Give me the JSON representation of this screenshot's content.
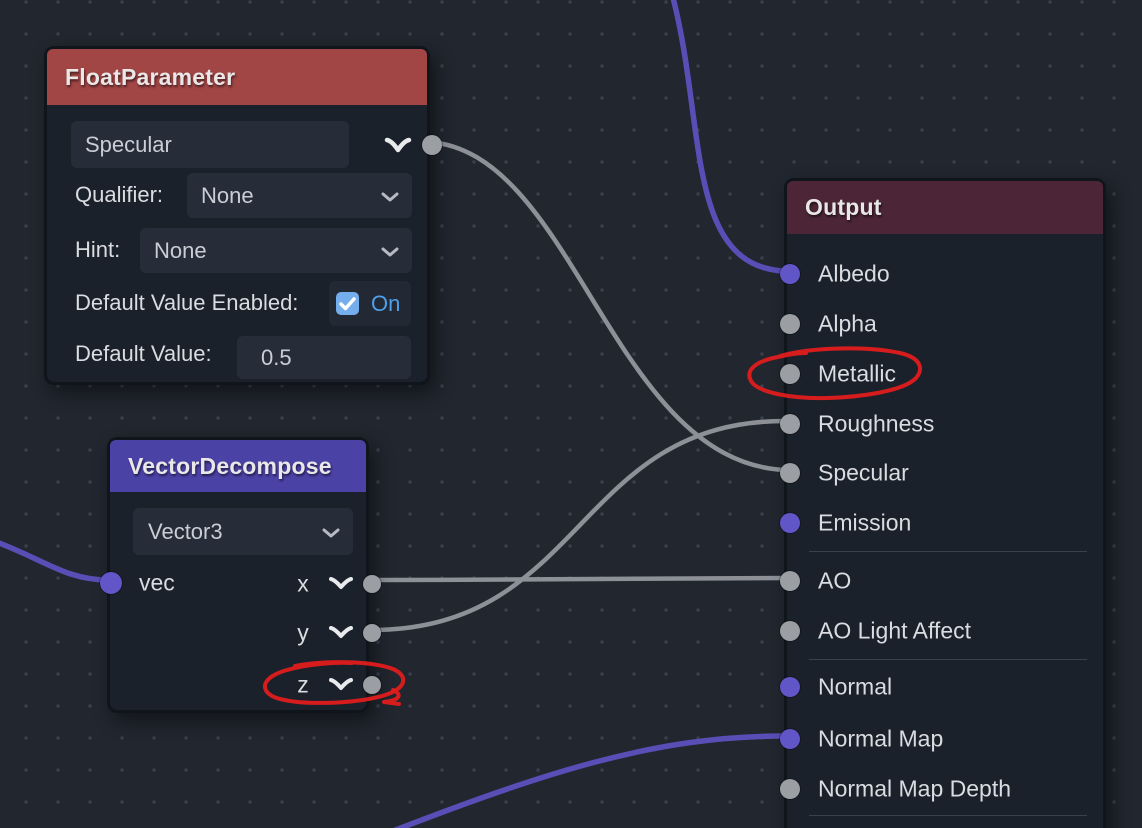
{
  "app": {
    "type": "shader-node-graph-editor"
  },
  "nodes": {
    "float_parameter": {
      "title": "FloatParameter",
      "name_value": "Specular",
      "qualifier_label": "Qualifier:",
      "qualifier_value": "None",
      "hint_label": "Hint:",
      "hint_value": "None",
      "default_value_enabled_label": "Default Value Enabled:",
      "default_value_enabled_state": "On",
      "default_value_label": "Default Value:",
      "default_value": "0.5",
      "output_port": "gray"
    },
    "vector_decompose": {
      "title": "VectorDecompose",
      "type_value": "Vector3",
      "input": {
        "label": "vec",
        "port": "purple"
      },
      "outputs": [
        {
          "label": "x",
          "port": "gray",
          "connected": true
        },
        {
          "label": "y",
          "port": "gray",
          "connected": true
        },
        {
          "label": "z",
          "port": "gray",
          "connected": false,
          "annotated": true
        }
      ]
    },
    "output": {
      "title": "Output",
      "rows": [
        {
          "label": "Albedo",
          "port": "purple",
          "connected": true
        },
        {
          "label": "Alpha",
          "port": "gray",
          "connected": false
        },
        {
          "label": "Metallic",
          "port": "gray",
          "connected": false,
          "annotated": true
        },
        {
          "label": "Roughness",
          "port": "gray",
          "connected": true
        },
        {
          "label": "Specular",
          "port": "gray",
          "connected": true
        },
        {
          "label": "Emission",
          "port": "purple",
          "connected": false
        },
        {
          "label": "AO",
          "port": "gray",
          "connected": true
        },
        {
          "label": "AO Light Affect",
          "port": "gray",
          "connected": false
        },
        {
          "label": "Normal",
          "port": "purple",
          "connected": false
        },
        {
          "label": "Normal Map",
          "port": "purple",
          "connected": true
        },
        {
          "label": "Normal Map Depth",
          "port": "gray",
          "connected": false
        }
      ]
    }
  },
  "connections": [
    {
      "from": "FloatParameter.output",
      "to": "Output.Specular",
      "color": "gray"
    },
    {
      "from": "VectorDecompose.x",
      "to": "Output.AO",
      "color": "gray"
    },
    {
      "from": "VectorDecompose.y",
      "to": "Output.Roughness",
      "color": "gray"
    },
    {
      "from": "offscreen-top",
      "to": "Output.Albedo",
      "color": "purple"
    },
    {
      "from": "offscreen-left",
      "to": "VectorDecompose.vec",
      "color": "purple"
    },
    {
      "from": "offscreen-bottom",
      "to": "Output.Normal Map",
      "color": "purple"
    }
  ],
  "annotations": [
    {
      "shape": "hand-drawn-ellipse",
      "target": "Output.Metallic"
    },
    {
      "shape": "hand-drawn-ellipse",
      "target": "VectorDecompose.z"
    }
  ],
  "colors": {
    "canvas_bg": "#21262f",
    "float_parameter_header": "#a14545",
    "vector_decompose_header": "#4b42a6",
    "output_header": "#4c2636",
    "wire_gray": "#8d9096",
    "wire_purple": "#584eb6",
    "port_gray": "#9b9ea3",
    "port_purple": "#6156c8",
    "annotation_red": "#e01c1c",
    "checkbox_blue": "#74aeec",
    "on_text_blue": "#4f9fe8"
  }
}
